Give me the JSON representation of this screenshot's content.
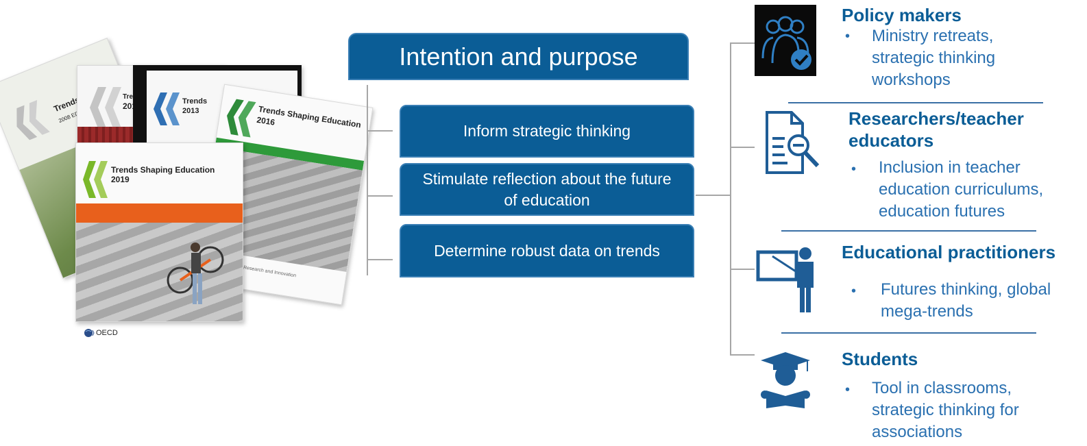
{
  "covers": [
    {
      "title": "Trends",
      "sub": "2008 EDITION"
    },
    {
      "title": "Trends",
      "sub": "201"
    },
    {
      "title": "Trends",
      "sub": "2013"
    },
    {
      "title": "Trends Shaping Education",
      "sub": "2016"
    },
    {
      "title": "Trends Shaping Education",
      "sub": "2019"
    }
  ],
  "cover_footer": "Educational Research and Innovation",
  "publisher": "OECD",
  "header": "Intention and purpose",
  "purposes": [
    "Inform strategic thinking",
    "Stimulate reflection about the future of education",
    "Determine robust data on trends"
  ],
  "audiences": [
    {
      "title": "Policy makers",
      "icon": "people-check-icon",
      "item": "Ministry retreats, strategic thinking workshops"
    },
    {
      "title": "Researchers/teacher educators",
      "icon": "document-search-icon",
      "item": "Inclusion in teacher education curriculums, education futures"
    },
    {
      "title": "Educational practitioners",
      "icon": "teacher-board-icon",
      "item": "Futures thinking, global mega-trends"
    },
    {
      "title": "Students",
      "icon": "graduate-reading-icon",
      "item": "Tool in classrooms, strategic thinking for associations"
    }
  ],
  "colors": {
    "primary": "#0b5d96",
    "accent_text": "#2a70b0",
    "connector": "#a6a6a6"
  }
}
